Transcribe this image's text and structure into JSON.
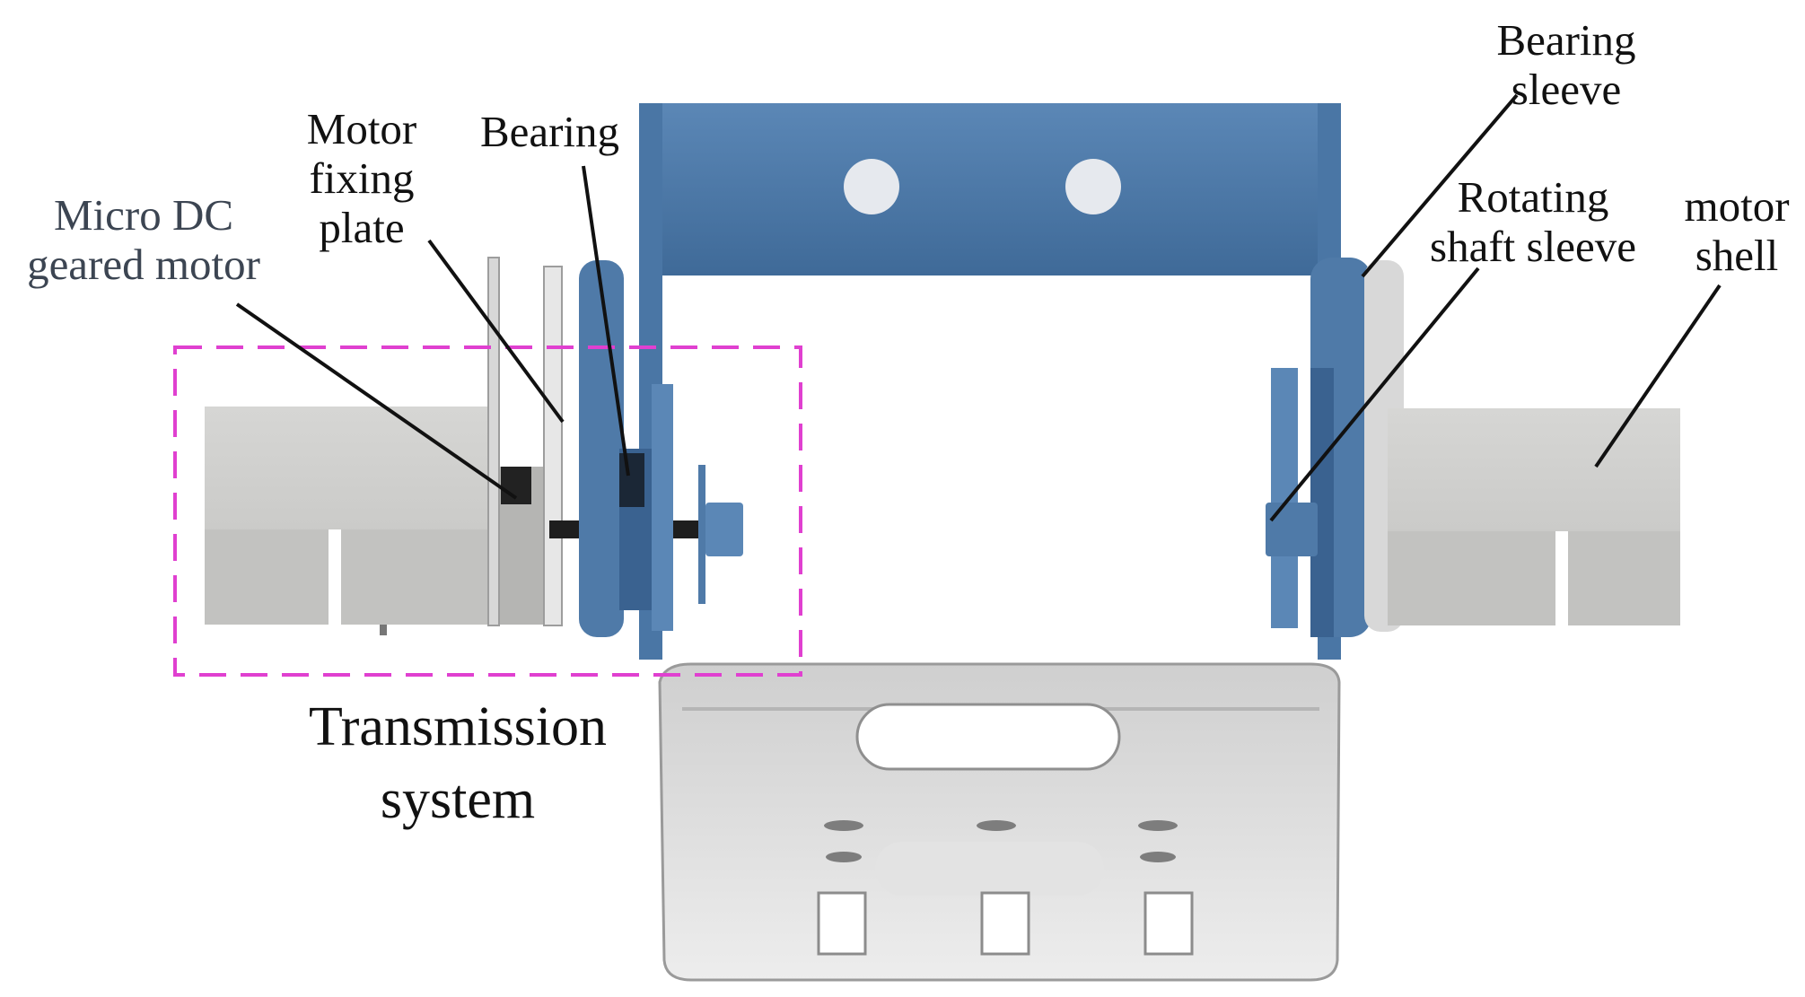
{
  "labels": {
    "micro_dc_motor": [
      "Micro DC",
      "geared motor"
    ],
    "motor_fixing_plate": [
      "Motor",
      "fixing",
      "plate"
    ],
    "bearing": [
      "Bearing"
    ],
    "bearing_sleeve": [
      "Bearing",
      "sleeve"
    ],
    "rotating_shaft_sleeve": [
      "Rotating",
      "shaft sleeve"
    ],
    "motor_shell": [
      "motor",
      "shell"
    ],
    "transmission_system": [
      "Transmission",
      "system"
    ]
  },
  "colors": {
    "bracket_blue": "#4f7aa8",
    "bracket_blue_dark": "#3a6290",
    "motor_grey": "#c9c9c7",
    "motor_grey_dark": "#a9a9a7",
    "dashed_box": "#e040d0",
    "leader_line": "#111111"
  }
}
